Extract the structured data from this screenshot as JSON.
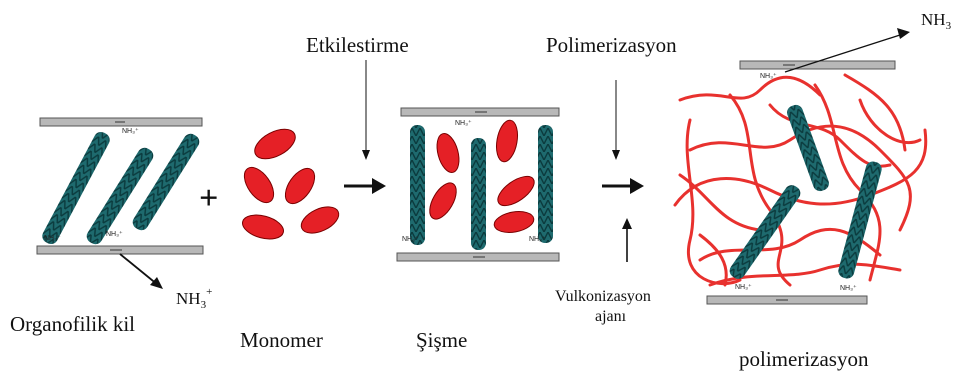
{
  "labels": {
    "organofilik": "Organofilik kil",
    "monomer": "Monomer",
    "sisme": "Şişme",
    "etkilestirme": "Etkilestirme",
    "polimerizasyon_top": "Polimerizasyon",
    "vulkonizasyon_line1": "Vulkonizasyon",
    "vulkonizasyon_line2": "ajanı",
    "polimerizasyon_bottom": "polimerizasyon",
    "nh3_plus_base": "NH",
    "nh3_plus_sub": "3",
    "nh3_plus_sup": "+",
    "nh3_base": "NH",
    "nh3_sub": "3",
    "plus": "+",
    "surface_tag": "NH₃⁺"
  },
  "colors": {
    "plate": "#b8b8b8",
    "clay_chain": "#1e6a6e",
    "monomer": "#e52026",
    "polymer": "#e8312e"
  }
}
